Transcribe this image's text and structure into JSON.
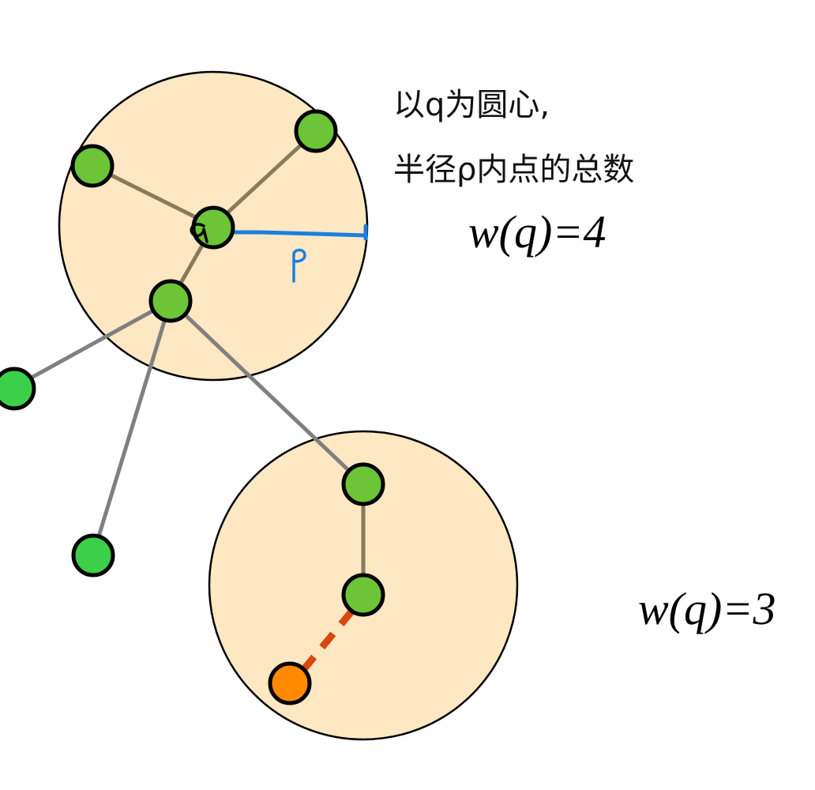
{
  "annotation": {
    "line1": "以q为圆心,",
    "line2": "半径ρ内点的总数"
  },
  "labels": {
    "weight_top": "w(q)=4",
    "weight_bottom": "w(q)=3",
    "radius": "ρ",
    "center": "q"
  },
  "colors": {
    "disk_fill": "#fde8c3",
    "node_green": "#6cc436",
    "node_outside": "#3cd04a",
    "node_orange": "#ff8a00",
    "edge_inside": "#8a7a5a",
    "edge_outside": "#808080",
    "edge_dashed": "#d9480f",
    "radius_line": "#1a7fe0"
  }
}
